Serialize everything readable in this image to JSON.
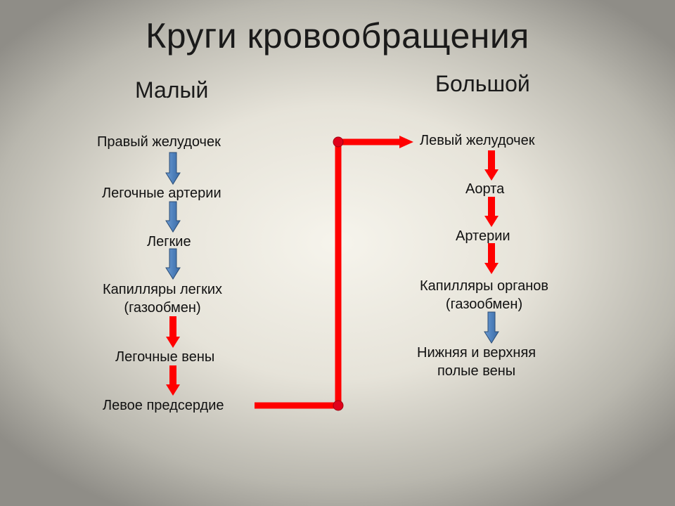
{
  "title": "Круги кровообращения",
  "left": {
    "heading": "Малый",
    "nodes": [
      {
        "text": "Правый желудочек"
      },
      {
        "text": "Легочные артерии"
      },
      {
        "text": "Легкие"
      },
      {
        "text": "Капилляры легких (газообмен)",
        "line1": "Капилляры легких",
        "line2": "(газообмен)"
      },
      {
        "text": "Легочные вены"
      },
      {
        "text": "Левое предсердие"
      }
    ]
  },
  "right": {
    "heading": "Большой",
    "nodes": [
      {
        "text": "Левый желудочек"
      },
      {
        "text": "Аорта"
      },
      {
        "text": "Артерии"
      },
      {
        "text": "Капилляры органов (газообмен)",
        "line1": "Капилляры органов",
        "line2": "(газообмен)"
      },
      {
        "text": "Нижняя и верхняя полые вены",
        "line1": "Нижняя и верхняя",
        "line2": "полые вены"
      }
    ]
  },
  "colors": {
    "venous_arrow": "#4f81bd",
    "venous_arrow_stroke": "#2c4d75",
    "arterial_arrow": "#ff0000",
    "connector": "#ff0000",
    "connector_dot": "#e0001a"
  }
}
